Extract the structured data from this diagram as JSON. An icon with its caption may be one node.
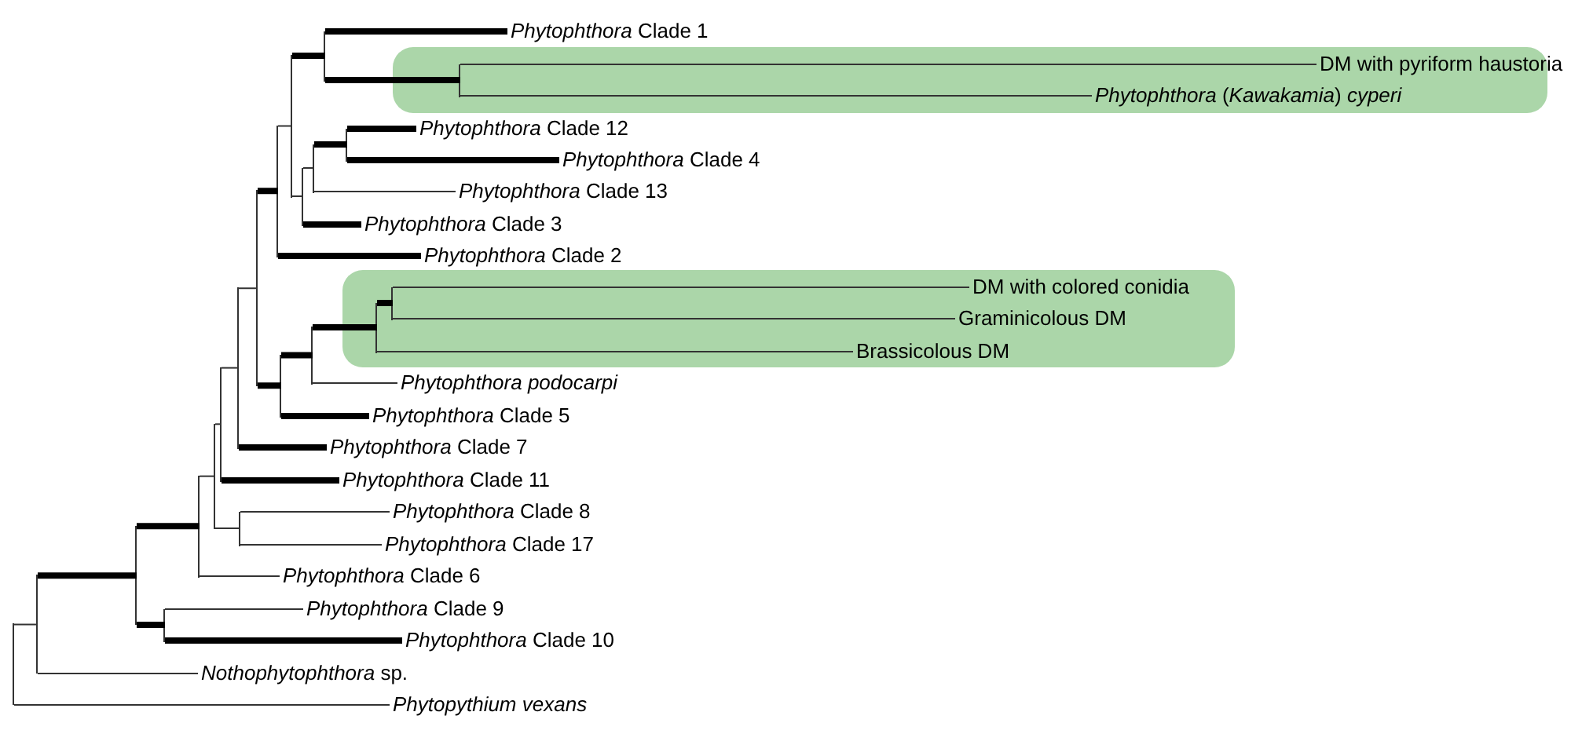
{
  "diagram": {
    "nodes": [
      {
        "text": [
          "*Phytophthora* Clade 1"
        ]
      },
      {
        "text": [],
        "shape": "box"
      },
      {
        "text": [
          "DM with pyriform haustoria"
        ],
        "in": 1
      },
      {
        "text": [
          "*Phytophthora* (*Kawakamia*) *cyperi*"
        ],
        "in": 1
      },
      {
        "text": [
          "*Phytophthora* Clade 12"
        ]
      },
      {
        "text": [
          "*Phytophthora* Clade 4"
        ]
      },
      {
        "text": [
          "*Phytophthora* Clade 13"
        ]
      },
      {
        "text": [
          "*Phytophthora* Clade 3"
        ]
      },
      {
        "text": [
          "*Phytophthora* Clade 2"
        ]
      },
      {
        "text": [],
        "shape": "box"
      },
      {
        "text": [
          "DM with colored conidia"
        ],
        "in": 9
      },
      {
        "text": [
          "Graminicolous DM"
        ],
        "in": 9
      },
      {
        "text": [
          "Brassicolous DM"
        ],
        "in": 9
      },
      {
        "text": [
          "Phytophthora podocarpi"
        ]
      },
      {
        "text": [
          "*Phytophthora* Clade 5"
        ]
      },
      {
        "text": [
          "*Phytophthora* Clade 7"
        ]
      },
      {
        "text": [
          "*Phytophthora* Clade 11"
        ]
      },
      {
        "text": [
          "*Phytophthora* Clade 8"
        ]
      },
      {
        "text": [
          "*Phytophthora* Clade 17"
        ]
      },
      {
        "text": [
          "*Phytophthora* Clade 6"
        ]
      },
      {
        "text": [
          "*Phytophthora* Clade 9"
        ]
      },
      {
        "text": [
          "*Phytophthora* Clade 10"
        ]
      },
      {
        "text": [
          "*Nothophytophthora* sp."
        ]
      },
      {
        "text": [
          "Phytopythium vexans"
        ]
      },
      {
        "text": [],
        "shape": "bar"
      },
      {
        "text": [],
        "shape": "bar"
      },
      {
        "text": [],
        "shape": "bar"
      },
      {
        "text": [],
        "shape": "bar"
      },
      {
        "text": [],
        "shape": "bar"
      },
      {
        "text": [],
        "shape": "bar"
      },
      {
        "text": [],
        "shape": "bar"
      },
      {
        "text": [],
        "shape": "bar"
      },
      {
        "text": [],
        "shape": "bar"
      },
      {
        "text": [],
        "shape": "bar"
      },
      {
        "text": [],
        "shape": "bar"
      },
      {
        "text": [],
        "shape": "bar"
      },
      {
        "text": [],
        "shape": "bar"
      },
      {
        "text": [],
        "shape": "bar"
      },
      {
        "text": [],
        "shape": "bar"
      },
      {
        "text": [],
        "shape": "bar"
      },
      {
        "text": [],
        "shape": "bar"
      },
      {
        "text": [],
        "shape": "bar"
      },
      {
        "text": [],
        "shape": "bar",
        "in": 9
      },
      {
        "text": [],
        "shape": "bar",
        "in": 9
      },
      {
        "text": [],
        "shape": "bar",
        "in": 1
      }
    ],
    "edges": [
      {
        "from": 24,
        "to": 25,
        "arrow": "none"
      },
      {
        "from": 24,
        "to": 23,
        "arrow": "none"
      },
      {
        "from": 25,
        "to": 26,
        "arrow": "none",
        "style": "thick"
      },
      {
        "from": 25,
        "to": 22,
        "arrow": "none"
      },
      {
        "from": 26,
        "to": 28,
        "arrow": "none",
        "style": "thick"
      },
      {
        "from": 26,
        "to": 27,
        "arrow": "none",
        "style": "thick"
      },
      {
        "from": 27,
        "to": 20,
        "arrow": "none"
      },
      {
        "from": 27,
        "to": 21,
        "arrow": "none",
        "style": "thick"
      },
      {
        "from": 28,
        "to": 29,
        "arrow": "none"
      },
      {
        "from": 28,
        "to": 19,
        "arrow": "none"
      },
      {
        "from": 29,
        "to": 30,
        "arrow": "none"
      },
      {
        "from": 29,
        "to": 32,
        "arrow": "none"
      },
      {
        "from": 30,
        "to": 31,
        "arrow": "none"
      },
      {
        "from": 30,
        "to": 16,
        "arrow": "none",
        "style": "thick"
      },
      {
        "from": 32,
        "to": 17,
        "arrow": "none"
      },
      {
        "from": 32,
        "to": 18,
        "arrow": "none"
      },
      {
        "from": 31,
        "to": 33,
        "arrow": "none"
      },
      {
        "from": 31,
        "to": 15,
        "arrow": "none",
        "style": "thick"
      },
      {
        "from": 33,
        "to": 34,
        "arrow": "none",
        "style": "thick"
      },
      {
        "from": 33,
        "to": 35,
        "arrow": "none",
        "style": "thick"
      },
      {
        "from": 34,
        "to": 36,
        "arrow": "none"
      },
      {
        "from": 34,
        "to": 8,
        "arrow": "none",
        "style": "thick"
      },
      {
        "from": 35,
        "to": 38,
        "arrow": "none",
        "style": "thick"
      },
      {
        "from": 35,
        "to": 14,
        "arrow": "none",
        "style": "thick"
      },
      {
        "from": 36,
        "to": 40,
        "arrow": "none",
        "style": "thick"
      },
      {
        "from": 36,
        "to": 37,
        "arrow": "none"
      },
      {
        "from": 37,
        "to": 39,
        "arrow": "none"
      },
      {
        "from": 37,
        "to": 7,
        "arrow": "none",
        "style": "thick"
      },
      {
        "from": 38,
        "to": 42,
        "arrow": "none",
        "style": "thick"
      },
      {
        "from": 38,
        "to": 13,
        "arrow": "none"
      },
      {
        "from": 39,
        "to": 41,
        "arrow": "none",
        "style": "thick"
      },
      {
        "from": 39,
        "to": 6,
        "arrow": "none"
      },
      {
        "from": 40,
        "to": 0,
        "arrow": "none",
        "style": "thick"
      },
      {
        "from": 40,
        "to": 44,
        "arrow": "none",
        "style": "thick"
      },
      {
        "from": 41,
        "to": 4,
        "arrow": "none",
        "style": "thick"
      },
      {
        "from": 41,
        "to": 5,
        "arrow": "none",
        "style": "thick"
      },
      {
        "from": 42,
        "to": 43,
        "arrow": "none",
        "style": "thick"
      },
      {
        "from": 42,
        "to": 12,
        "arrow": "none"
      },
      {
        "from": 43,
        "to": 10,
        "arrow": "none"
      },
      {
        "from": 43,
        "to": 11,
        "arrow": "none"
      },
      {
        "from": 44,
        "to": 2,
        "arrow": "none"
      },
      {
        "from": 44,
        "to": 3,
        "arrow": "none"
      }
    ]
  }
}
